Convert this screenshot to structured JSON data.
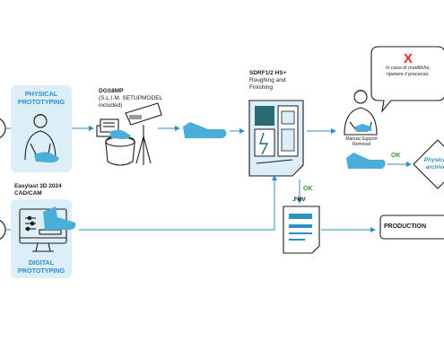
{
  "physical_box": {
    "line1": "PHYSICAL",
    "line2": "PROTOTYPING"
  },
  "digital_box": {
    "line1": "DIGITAL",
    "line2": "PROTOTYPING"
  },
  "scanner": {
    "title": "DGS8MP",
    "line2": "(S.L.I.M. SETUPMODEL",
    "line3": "included)"
  },
  "printer": {
    "title": "SDRF1/2 HS+",
    "line2": "Roughing and",
    "line3": "Finishing"
  },
  "software": {
    "title": "Easylast 3D 2024",
    "line2": "CAD/CAM"
  },
  "support_removal": {
    "line1": "Manual Support",
    "line2": "Removal"
  },
  "speech_bubble": {
    "mark": "X",
    "line1": "In caso di modifiche,",
    "line2": "ripetere il processo."
  },
  "ok_labels": {
    "vertical": "OK",
    "horizontal": "OK"
  },
  "file_label": ".FRV",
  "production_label": "PRODUCTION",
  "archive": {
    "line1": "Physical",
    "line2": "archive"
  },
  "colors": {
    "accent_blue": "#2e8fc4",
    "light_blue_bg": "#dceef8",
    "shoe_blue": "#4aaed8",
    "dark_teal": "#2a6a72",
    "ok_green": "#2e9a3a",
    "red_x": "#e5262a"
  }
}
